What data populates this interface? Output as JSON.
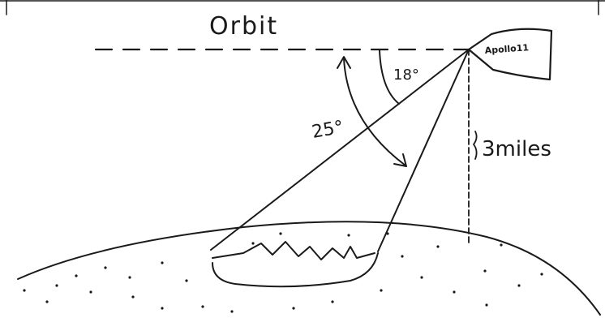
{
  "diagram": {
    "labels": {
      "orbit": "Orbit",
      "spacecraft": "Apollo11",
      "angle_small": "18°",
      "angle_large": "25°",
      "altitude": "3miles"
    },
    "colors": {
      "ink": "#1a1a1a",
      "background": "#ffffff"
    }
  }
}
